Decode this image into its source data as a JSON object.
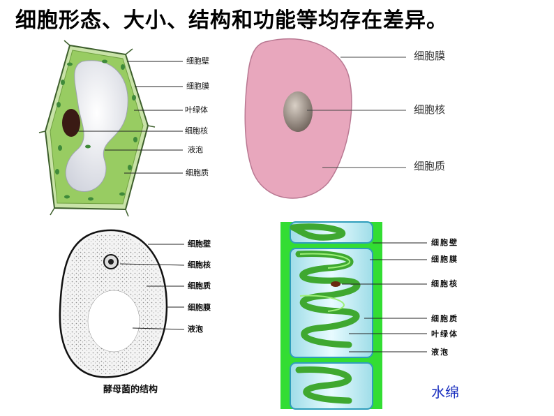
{
  "title": "细胞形态、大小、结构和功能等均存在差异。",
  "plant_cell": {
    "labels": [
      "细胞壁",
      "细胞膜",
      "叶绿体",
      "细胞核",
      "液泡",
      "细胞质"
    ]
  },
  "animal_cell": {
    "labels": [
      "细胞膜",
      "细胞核",
      "细胞质"
    ]
  },
  "yeast": {
    "labels": [
      "细胞壁",
      "细胞核",
      "细胞质",
      "细胞膜",
      "液泡"
    ],
    "caption": "酵母菌的结构"
  },
  "spirogyra": {
    "labels": [
      "细胞壁",
      "细胞膜",
      "细胞核",
      "细胞质",
      "叶绿体",
      "液泡"
    ],
    "caption": "水绵"
  },
  "colors": {
    "plant_cytoplasm": "#98cc62",
    "animal_cell_fill": "#e8a7bd",
    "spirogyra_wall": "#33dd33",
    "caption_blue": "#1a2fbf"
  }
}
